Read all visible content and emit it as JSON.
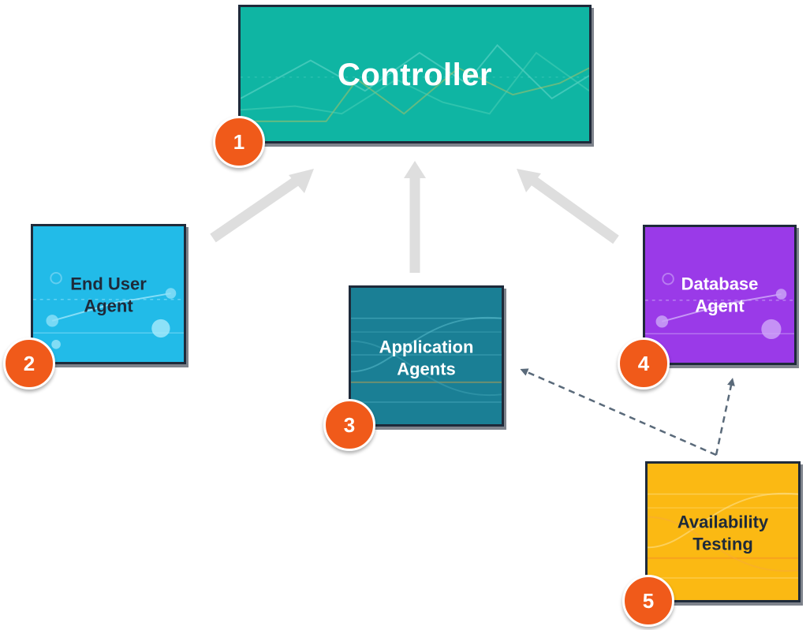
{
  "colors": {
    "controller": "#0fb5a3",
    "end_user_agent": "#22bbe8",
    "application_agents": "#1a7f95",
    "database_agent": "#9a3ae8",
    "availability_testing": "#fbb913",
    "badge": "#f05a1a",
    "solid_arrow": "#dedede",
    "dashed_arrow": "#5a6a7a",
    "border": "#1e2a3a"
  },
  "nodes": {
    "controller": {
      "label": "Controller",
      "number": "1"
    },
    "end_user_agent": {
      "label_line1": "End User",
      "label_line2": "Agent",
      "number": "2"
    },
    "application_agents": {
      "label_line1": "Application",
      "label_line2": "Agents",
      "number": "3"
    },
    "database_agent": {
      "label_line1": "Database",
      "label_line2": "Agent",
      "number": "4"
    },
    "availability_testing": {
      "label_line1": "Availability",
      "label_line2": "Testing",
      "number": "5"
    }
  },
  "edges": [
    {
      "from": "end_user_agent",
      "to": "controller",
      "style": "solid"
    },
    {
      "from": "application_agents",
      "to": "controller",
      "style": "solid"
    },
    {
      "from": "database_agent",
      "to": "controller",
      "style": "solid"
    },
    {
      "from": "availability_testing",
      "to": "application_agents",
      "style": "dashed"
    },
    {
      "from": "availability_testing",
      "to": "database_agent",
      "style": "dashed"
    }
  ]
}
